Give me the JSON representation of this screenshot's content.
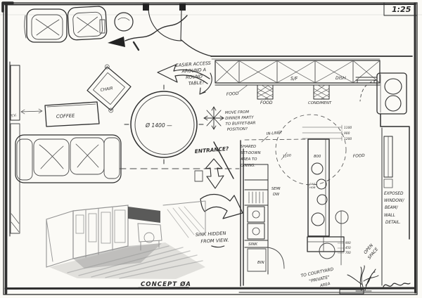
{
  "titleblock": {
    "scale": "1:25",
    "concept": "CONCEPT ØA"
  },
  "living": {
    "tv_label": "T.V.",
    "chair_label": "CHAIR",
    "coffee_label": "COFFEE",
    "table_diameter": "Ø 1400 —"
  },
  "notes": {
    "easier": {
      "l1": "EASIER ACCESS",
      "l2": "AROUND A",
      "l3": "ROUND",
      "l4": "TABLE?"
    },
    "move": {
      "l1": "MOVE FROM",
      "l2": "DINNER PARTY",
      "l3": "TO BUFFET-BAR",
      "l4": "POSITION?"
    },
    "entrance": "ENTRANCE?",
    "inline": "IN-LINE?",
    "setdown": {
      "l1": "SHARED",
      "l2": "SET-DOWN",
      "l3": "AREA TO",
      "l4": "DINING."
    },
    "sink_hidden": {
      "l1": "SINK HIDDEN",
      "l2": "FROM VIEW."
    },
    "exposed": {
      "l1": "EXPOSED",
      "l2": "WINDOW/",
      "l3": "BEAM/",
      "l4": "WALL",
      "l5": "DETAIL."
    },
    "courtyard": {
      "l1": "TO COURTYARD",
      "l2": "\"PRIVATE\"",
      "l3": "AREA"
    },
    "open_space": {
      "l1": "OPEN",
      "l2": "SPACE"
    }
  },
  "kitchen": {
    "food_a": "FOOD",
    "food_b": "FOOD",
    "sf": "S/F",
    "condiment": "CONDIMENT",
    "dish": "DISH",
    "sink": "SINK",
    "bin": "BIN",
    "semi_dw_1": "SEMI",
    "semi_dw_2": "DW",
    "island_dim": "800",
    "island_food": "FOOD",
    "clearance": "1100",
    "hob_1": "GAS",
    "hob_2": "HOB",
    "dims": {
      "a": "1100",
      "b": "900",
      "c": "1200",
      "d": "900",
      "e": "450",
      "f": "700"
    }
  }
}
